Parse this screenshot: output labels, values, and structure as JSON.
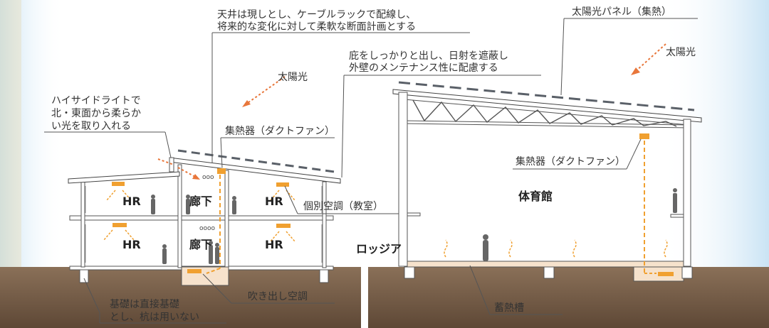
{
  "colors": {
    "sky_start": "#c9e3f4",
    "ground": "#8a7058",
    "ground_dark": "#6e5642",
    "heat_collector": "#f0a030",
    "arrow": "#e8763a",
    "panel": "#5a6068",
    "structure": "#555555",
    "floor_tint": "#f6e2cc"
  },
  "callouts": {
    "ceiling_1": "天井は現しとし、ケーブルラックで配線し、",
    "ceiling_2": "将来的な変化に対して柔軟な断面計画とする",
    "solar_panel": "太陽光パネル（集熱）",
    "eaves_1": "庇をしっかりと出し、日射を遮蔽し",
    "eaves_2": "外壁のメンテナンス性に配慮する",
    "highside_1": "ハイサイドライトで",
    "highside_2": "北・東面から柔らか",
    "highside_3": "い光を取り入れる",
    "collector_left": "集熱器（ダクトファン）",
    "collector_right": "集熱器（ダクトファン）",
    "individual_ac": "個別空調（教室）",
    "blowout_ac": "吹き出し空調",
    "foundation_1": "基礎は直接基礎",
    "foundation_2": "とし、杭は用いない",
    "heat_storage": "蓄熱槽"
  },
  "sun_label_left": "太陽光",
  "sun_label_right": "太陽光",
  "rooms": {
    "hr_1": "HR",
    "hr_2": "HR",
    "hr_3": "HR",
    "hr_4": "HR",
    "corridor_1": "廊下",
    "corridor_2": "廊下",
    "gym": "体育館",
    "loggia": "ロッジア"
  }
}
